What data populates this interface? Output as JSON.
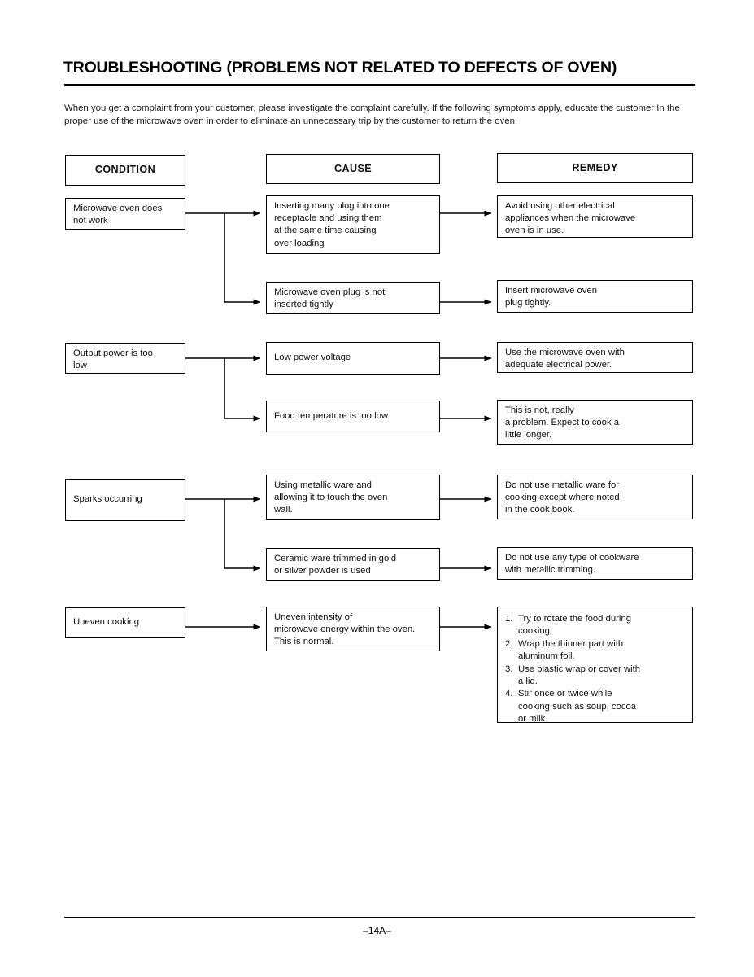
{
  "document": {
    "title": "TROUBLESHOOTING (PROBLEMS NOT RELATED TO DEFECTS OF OVEN)",
    "intro": "When you get a complaint from your customer, please investigate the complaint carefully. If the following symptoms apply, educate the customer In the proper use of the microwave oven in order to eliminate an unnecessary trip by the customer to return the oven.",
    "page_number": "–14A–"
  },
  "columns": {
    "condition": "CONDITION",
    "cause": "CAUSE",
    "remedy": "REMEDY"
  },
  "rows": [
    {
      "condition": [
        "Microwave oven does",
        "not work"
      ],
      "branches": [
        {
          "cause": [
            "Inserting many plug into one",
            "receptacle and using them",
            "at the same time causing",
            "over loading"
          ],
          "remedy": [
            "Avoid using other electrical",
            "appliances when the microwave",
            "oven is in use."
          ]
        },
        {
          "cause": [
            "Microwave oven plug is not",
            "inserted tightly"
          ],
          "remedy": [
            "Insert microwave oven",
            "plug tightly."
          ]
        }
      ]
    },
    {
      "condition": [
        "Output power is too",
        "low"
      ],
      "branches": [
        {
          "cause": [
            "Low power voltage"
          ],
          "remedy": [
            "Use the microwave oven with",
            "adequate electrical power."
          ]
        },
        {
          "cause": [
            "Food temperature is too low"
          ],
          "remedy": [
            "This is not, really",
            "a problem. Expect to cook a",
            "little longer."
          ]
        }
      ]
    },
    {
      "condition": [
        "Sparks occurring"
      ],
      "branches": [
        {
          "cause": [
            "Using metallic ware and",
            "allowing it to touch the oven",
            "wall."
          ],
          "remedy": [
            "Do not use metallic ware for",
            "cooking except where noted",
            "in the cook book."
          ]
        },
        {
          "cause": [
            "Ceramic ware trimmed in gold",
            "or silver powder is used"
          ],
          "remedy": [
            "Do not use any type of cookware",
            "with metallic trimming."
          ]
        }
      ]
    },
    {
      "condition": [
        "Uneven cooking"
      ],
      "branches": [
        {
          "cause": [
            "Uneven intensity of",
            "microwave energy within the oven.",
            "This is normal."
          ],
          "remedy_list": [
            {
              "num": "1.",
              "lines": [
                "Try to rotate the food during",
                "cooking."
              ]
            },
            {
              "num": "2.",
              "lines": [
                "Wrap the thinner part with",
                "aluminum foil."
              ]
            },
            {
              "num": "3.",
              "lines": [
                "Use plastic wrap or cover with",
                "a lid."
              ]
            },
            {
              "num": "4.",
              "lines": [
                "Stir once or twice while",
                "cooking such as soup, cocoa",
                "or milk."
              ]
            }
          ]
        }
      ]
    }
  ],
  "colors": {
    "ink": "#000000",
    "paper": "#ffffff"
  }
}
